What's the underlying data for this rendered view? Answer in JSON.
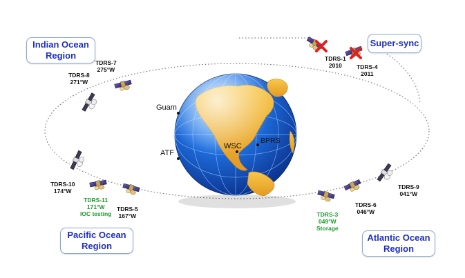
{
  "regions": {
    "indian": {
      "line1": "Indian Ocean",
      "line2": "Region"
    },
    "supersync": {
      "line1": "Super-sync"
    },
    "pacific": {
      "line1": "Pacific Ocean",
      "line2": "Region"
    },
    "atlantic": {
      "line1": "Atlantic Ocean",
      "line2": "Region"
    }
  },
  "satellites": [
    {
      "id": "tdrs7",
      "name": "TDRS-7",
      "line2": "275°W"
    },
    {
      "id": "tdrs8",
      "name": "TDRS-8",
      "line2": "271°W"
    },
    {
      "id": "tdrs10",
      "name": "TDRS-10",
      "line2": "174°W"
    },
    {
      "id": "tdrs11",
      "name": "TDRS-11",
      "line2": "171°W",
      "line3": "IOC testing"
    },
    {
      "id": "tdrs5",
      "name": "TDRS-5",
      "line2": "167°W"
    },
    {
      "id": "tdrs1",
      "name": "TDRS-1",
      "line2": "2010"
    },
    {
      "id": "tdrs4",
      "name": "TDRS-4",
      "line2": "2011"
    },
    {
      "id": "tdrs9",
      "name": "TDRS-9",
      "line2": "041°W"
    },
    {
      "id": "tdrs6",
      "name": "TDRS-6",
      "line2": "046°W"
    },
    {
      "id": "tdrs3",
      "name": "TDRS-3",
      "line2": "049°W",
      "line3": "Storage"
    }
  ],
  "ground_sites": {
    "guam": "Guam",
    "atf": "ATF",
    "wsc": "WSC",
    "bprs": "BPRS"
  },
  "colors": {
    "region_text": "#1f2fbf",
    "storage_text": "#1d9a2c",
    "orbit": "#777777",
    "globe_ocean": "#1b5fd0",
    "globe_land": "#f0b030"
  }
}
